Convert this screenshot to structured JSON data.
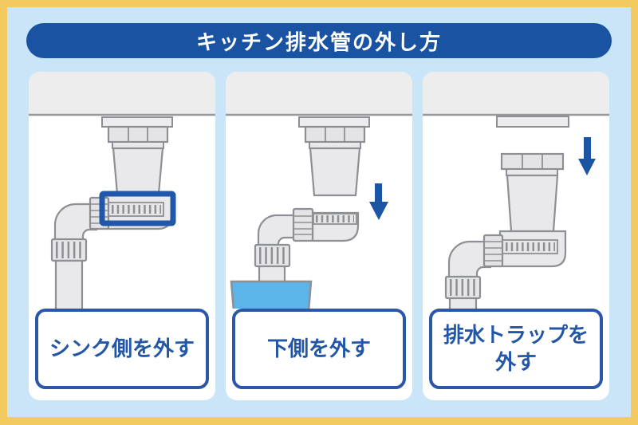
{
  "title": "キッチン排水管の外し方",
  "steps": [
    {
      "label": "シンク側を外す",
      "marker": "highlight-box"
    },
    {
      "label": "下側を外す",
      "marker": "down-arrow-icon"
    },
    {
      "label": "排水トラップを\n外す",
      "marker": "down-arrow-icon"
    }
  ],
  "colors": {
    "frame_border": "#F2CA5F",
    "background": "#CBE5F8",
    "accent_blue": "#1D55A5",
    "title_bar": "#1B53A3",
    "label_border": "#2B57A6",
    "panel": "#FFFFFF",
    "sink_fill": "#EDEDEE",
    "pipe_fill": "#E9E9EB",
    "pipe_stroke": "#8D8F94",
    "bucket_blue": "#5CB5E8",
    "highlight_blue": "#2157A8"
  }
}
